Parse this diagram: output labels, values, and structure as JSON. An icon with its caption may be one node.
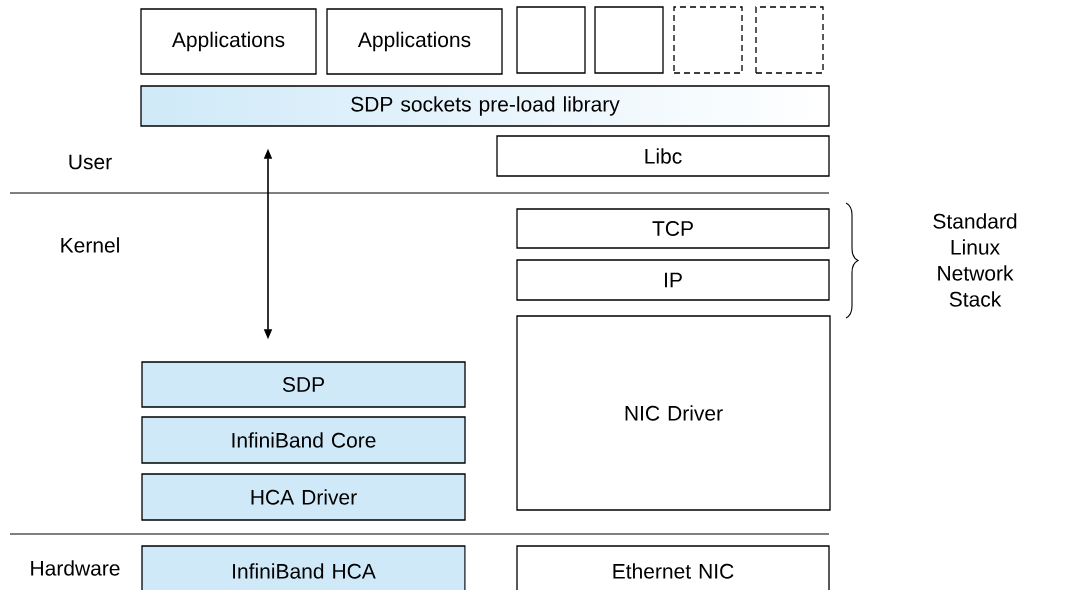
{
  "diagram": {
    "nodes": [
      {
        "text": [
          "Applications"
        ]
      },
      {
        "text": [
          "Applications"
        ]
      },
      {
        "text": [],
        "shape": "box"
      },
      {
        "text": [],
        "shape": "box"
      },
      {
        "text": [],
        "shape": "box"
      },
      {
        "text": [],
        "shape": "box"
      },
      {
        "text": [
          "SDP sockets pre-load library"
        ]
      },
      {
        "text": [
          "Libc"
        ]
      },
      {
        "text": [
          "TCP"
        ]
      },
      {
        "text": [
          "IP"
        ]
      },
      {
        "text": [
          "NIC Driver"
        ]
      },
      {
        "text": [
          "SDP"
        ]
      },
      {
        "text": [
          "InfiniBand Core"
        ]
      },
      {
        "text": [
          "HCA Driver"
        ]
      },
      {
        "text": [
          "InfiniBand HCA"
        ]
      },
      {
        "text": [
          "Ethernet NIC"
        ]
      }
    ],
    "edges": [
      {
        "from": 6,
        "to": 11,
        "arrow": "both"
      }
    ],
    "labels": [
      "User",
      "Kernel",
      "Standard Linux Network Stack",
      "Hardware"
    ]
  }
}
